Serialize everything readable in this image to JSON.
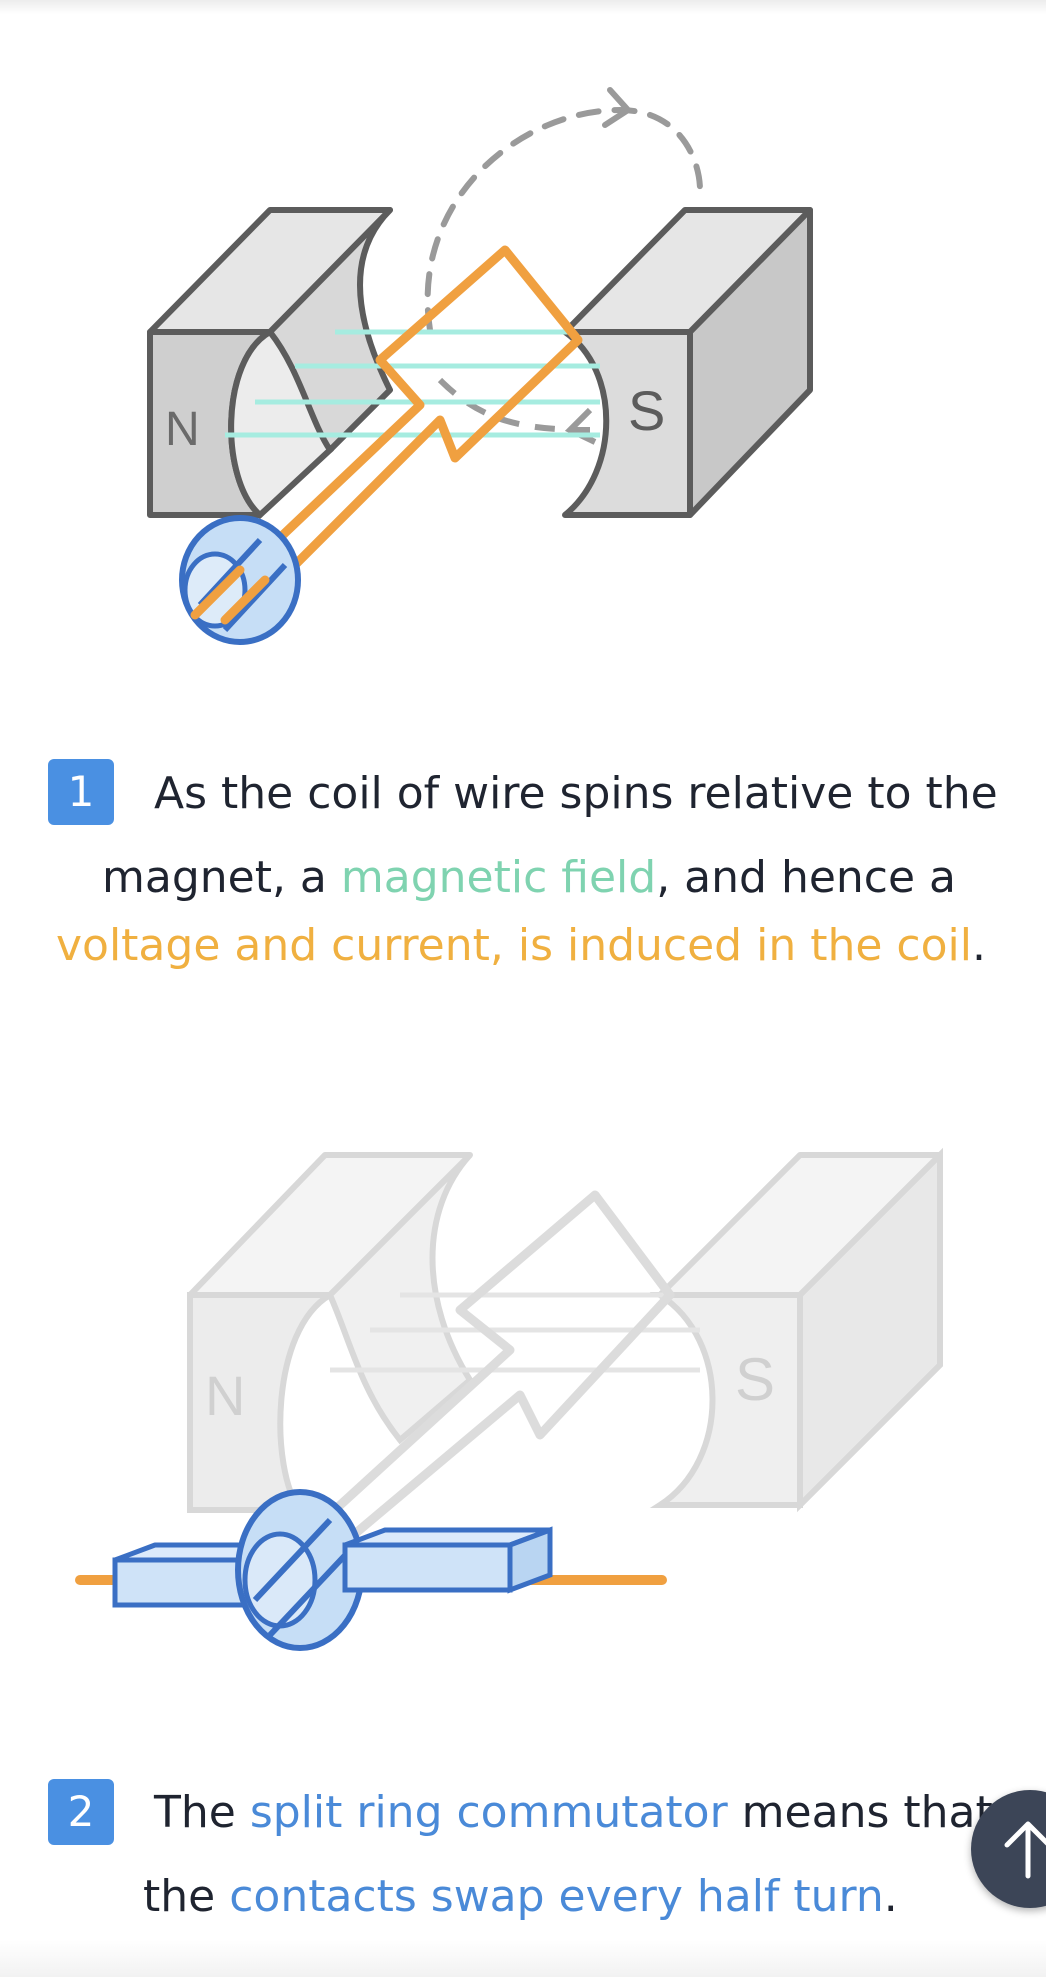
{
  "steps": [
    {
      "number": "1",
      "line1": "As the coil of wire spins relative to the",
      "line2_a": "magnet, a ",
      "line2_b": "magnetic field",
      "line2_c": ", and hence a",
      "line3_a": "voltage and current, is induced in the coil",
      "line3_b": "."
    },
    {
      "number": "2",
      "line1_a": "The ",
      "line1_b": "split ring commutator",
      "line1_c": " means that",
      "line2_a": "the ",
      "line2_b": "contacts swap every half turn",
      "line2_c": "."
    }
  ],
  "figure_labels": {
    "north": "N",
    "south": "S"
  },
  "colors": {
    "badge": "#4a90e2",
    "field": "#7fd3b0",
    "coil": "#f0a040",
    "commutator": "#3a6fc4",
    "scroll_button": "#3c4557"
  },
  "icons": {
    "scroll_top": "arrow-up-icon"
  }
}
